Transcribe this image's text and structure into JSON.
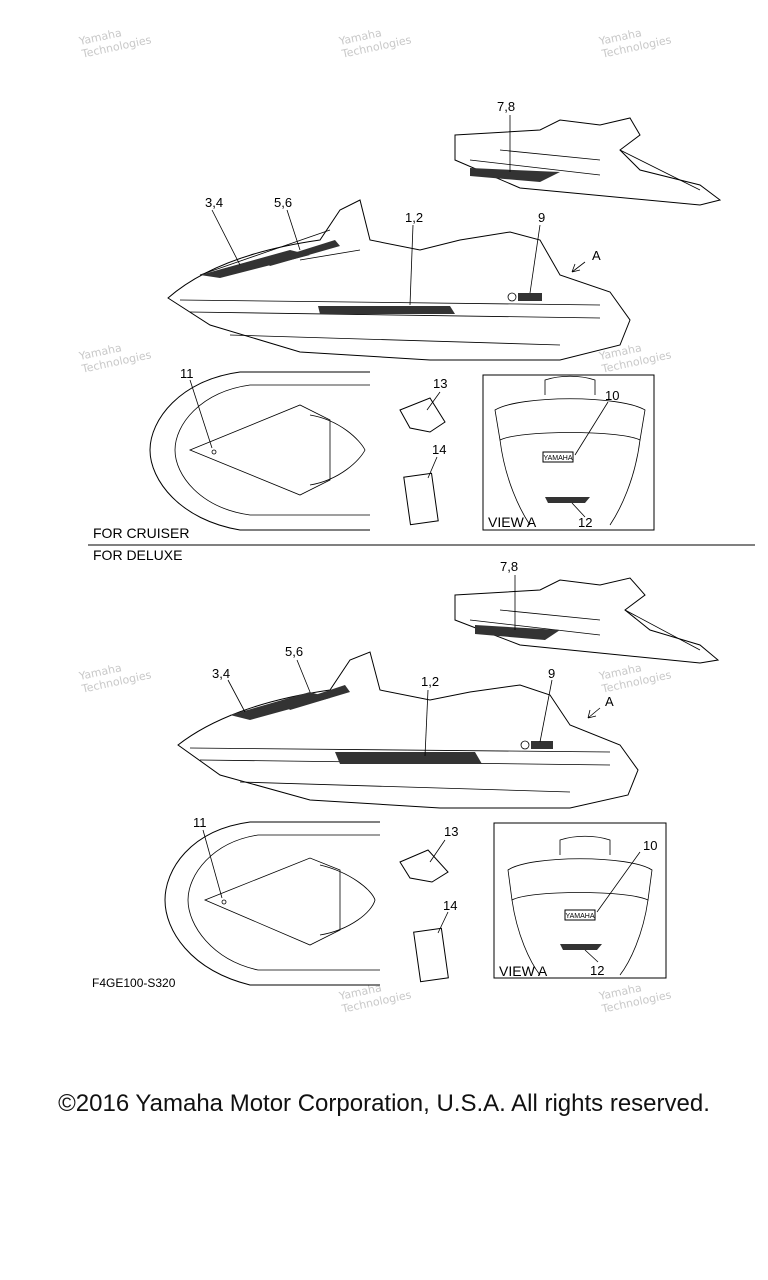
{
  "watermark": {
    "line1": "Yamaha",
    "line2": "Technologies"
  },
  "cruiser": {
    "section_label": "FOR CRUISER",
    "view_label": "VIEW A",
    "arrow_label": "A",
    "callouts": [
      "7,8",
      "3,4",
      "5,6",
      "1,2",
      "9",
      "11",
      "13",
      "14",
      "10",
      "12"
    ]
  },
  "deluxe": {
    "section_label": "FOR DELUXE",
    "view_label": "VIEW A",
    "arrow_label": "A",
    "callouts": [
      "7,8",
      "3,4",
      "5,6",
      "1,2",
      "9",
      "11",
      "13",
      "14",
      "10",
      "12"
    ]
  },
  "badge_text": "YAMAHA",
  "figure_code": "F4GE100-S320",
  "copyright": "©2016 Yamaha Motor Corporation, U.S.A. All rights reserved."
}
